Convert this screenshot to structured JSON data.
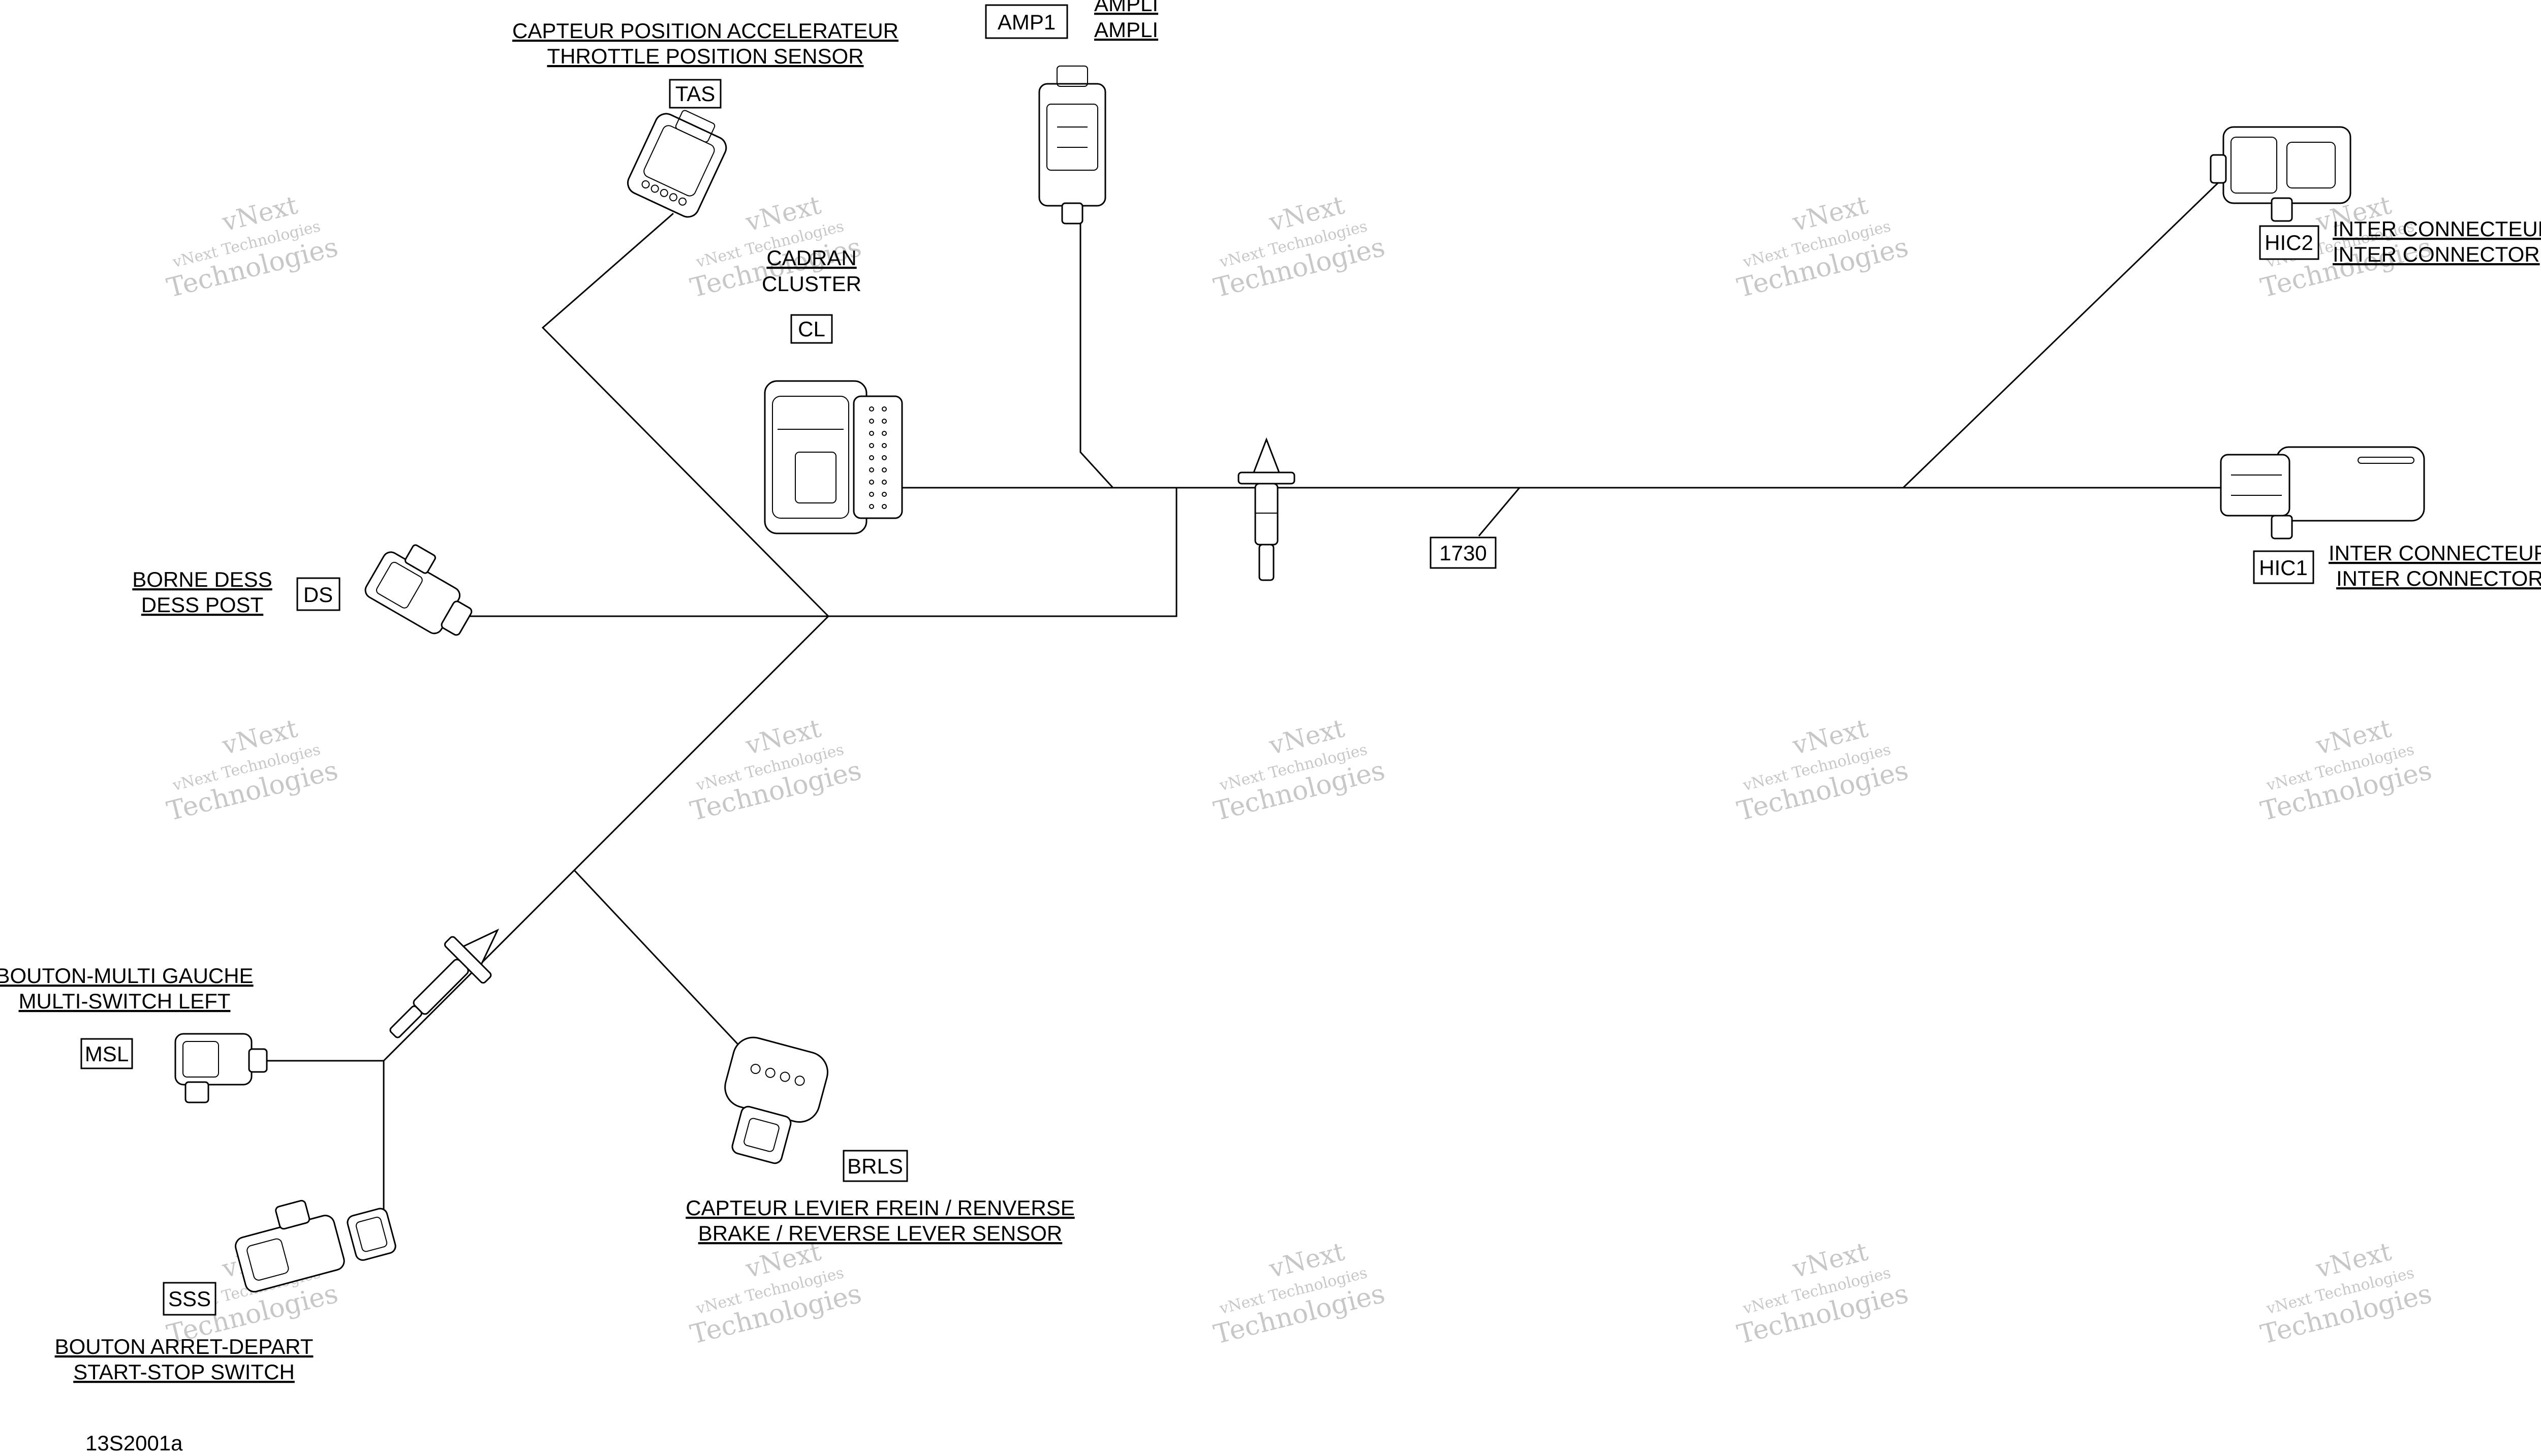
{
  "diagram": {
    "drawing_code": "13S2001a",
    "trunk_label": "1730",
    "watermark": {
      "line1": "vNext Technologies",
      "line2": "vNext",
      "line3": "Technologies"
    },
    "connectors": {
      "TAS": {
        "tag": "TAS",
        "fr": "CAPTEUR POSITION ACCELERATEUR",
        "en": "THROTTLE POSITION SENSOR"
      },
      "AMP1": {
        "tag": "AMP1",
        "fr": "AMPLI",
        "en": "AMPLI"
      },
      "CL": {
        "tag": "CL",
        "fr": "CADRAN",
        "en": "CLUSTER"
      },
      "HIC2": {
        "tag": "HIC2",
        "fr": "INTER CONNECTEUR",
        "en": "INTER CONNECTOR"
      },
      "HIC1": {
        "tag": "HIC1",
        "fr": "INTER CONNECTEUR",
        "en": "INTER CONNECTOR"
      },
      "DS": {
        "tag": "DS",
        "fr": "BORNE DESS",
        "en": "DESS POST"
      },
      "MSL": {
        "tag": "MSL",
        "fr": "BOUTON-MULTI GAUCHE",
        "en": "MULTI-SWITCH LEFT"
      },
      "BRLS": {
        "tag": "BRLS",
        "fr": "CAPTEUR LEVIER FREIN / RENVERSE",
        "en": "BRAKE / REVERSE LEVER SENSOR"
      },
      "SSS": {
        "tag": "SSS",
        "fr": "BOUTON ARRET-DEPART",
        "en": "START-STOP SWITCH"
      }
    }
  }
}
